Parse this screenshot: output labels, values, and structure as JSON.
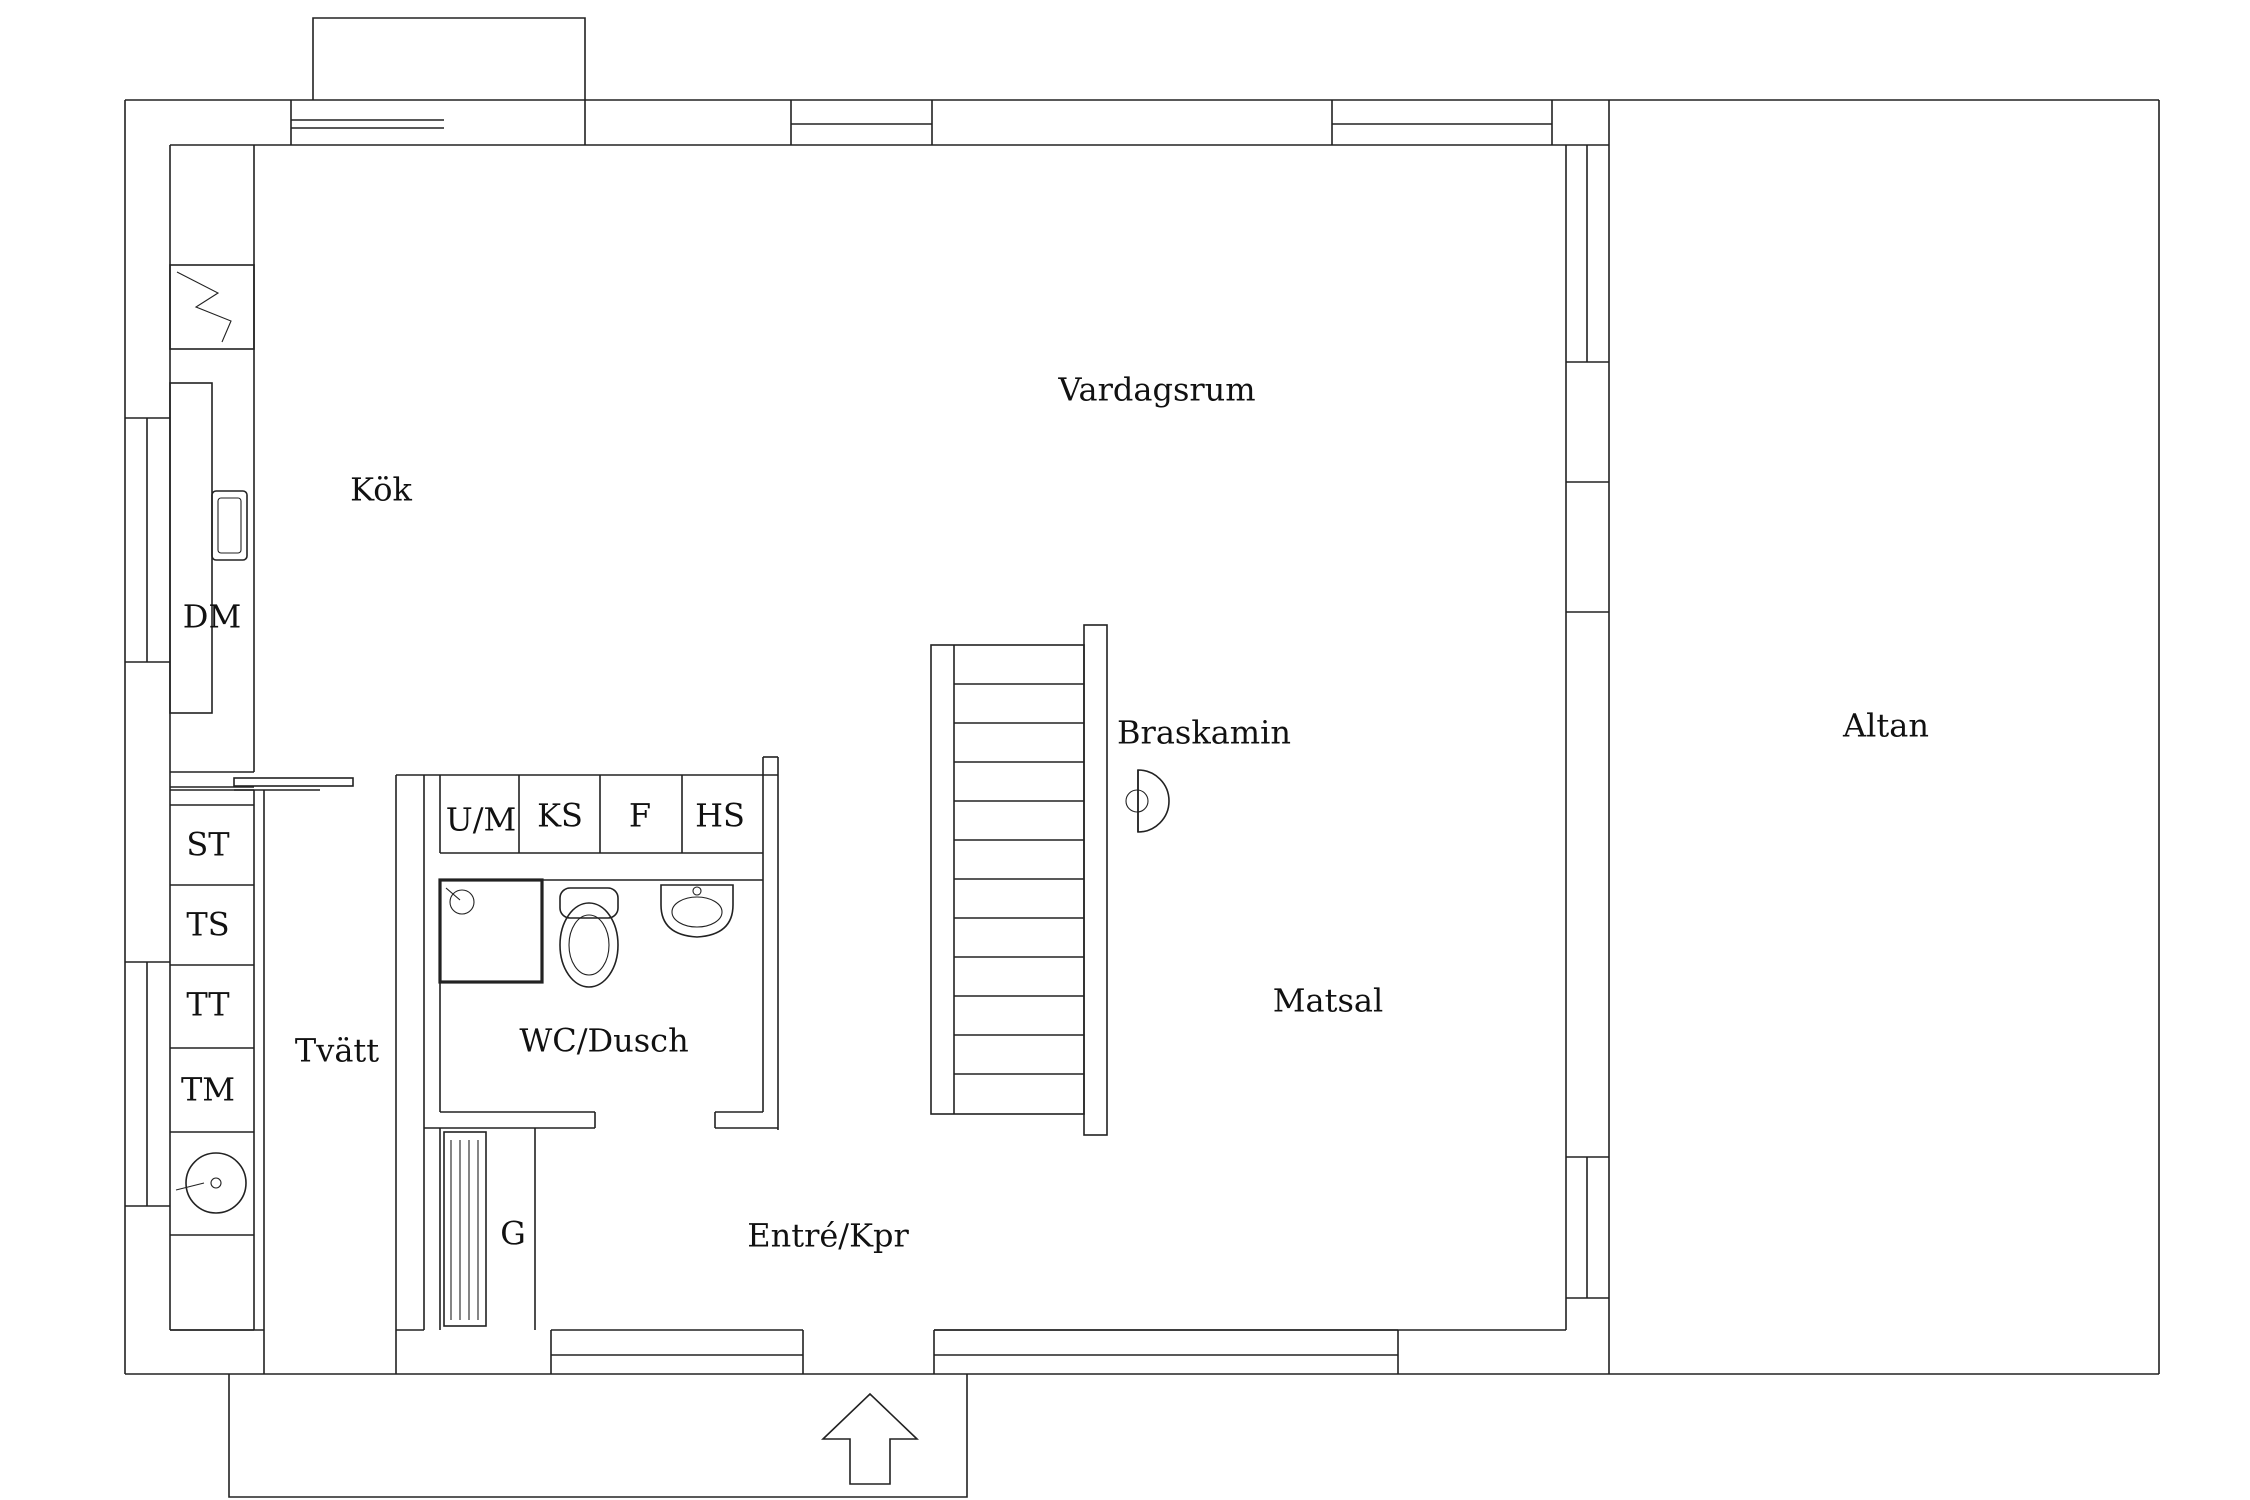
{
  "rooms": {
    "kok": "Kök",
    "vardagsrum": "Vardagsrum",
    "altan": "Altan",
    "braskamin": "Braskamin",
    "matsal": "Matsal",
    "tvatt": "Tvätt",
    "wc_dusch": "WC/Dusch",
    "entre": "Entré/Kpr",
    "garderob": "G"
  },
  "appliances": {
    "dm": "DM",
    "um": "U/M",
    "ks": "KS",
    "f": "F",
    "hs": "HS",
    "st": "ST",
    "ts": "TS",
    "tt": "TT",
    "tm": "TM"
  }
}
